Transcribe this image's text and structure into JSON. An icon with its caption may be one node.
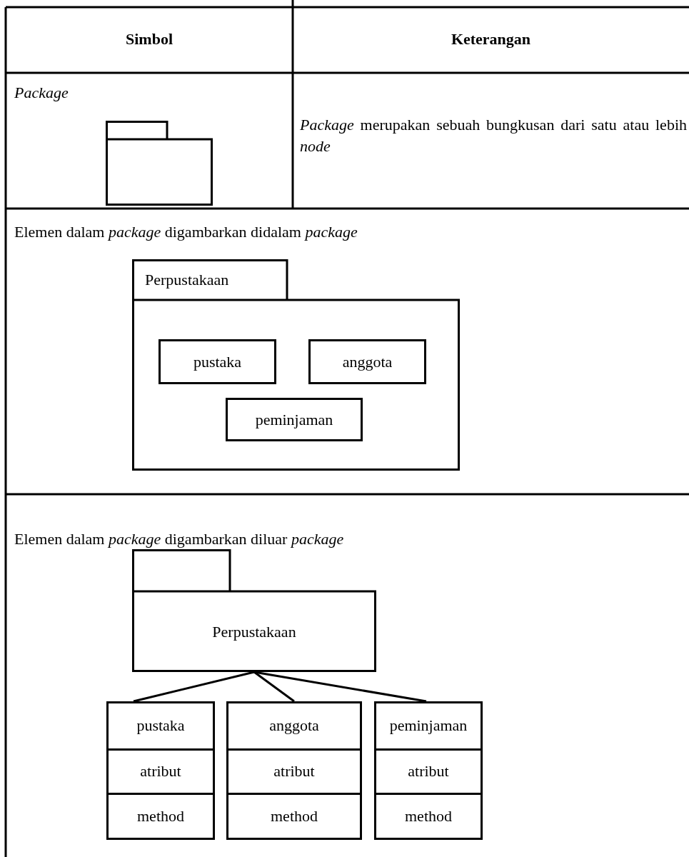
{
  "diagram": {
    "nodes": [
      {
        "text": [],
        "shape": "box"
      },
      {
        "text": [
          "Perpustakaan"
        ]
      },
      {
        "text": [
          "pustaka"
        ],
        "in": 1
      },
      {
        "text": [
          "anggota"
        ],
        "in": 1
      },
      {
        "text": [
          "peminjaman"
        ],
        "in": 1
      },
      {
        "text": [
          "Perpustakaan"
        ]
      },
      {
        "text": [
          "pustaka",
          "atribut",
          "method"
        ]
      },
      {
        "text": [
          "anggota",
          "atribut",
          "method"
        ]
      },
      {
        "text": [
          "peminjaman",
          "atribut",
          "method"
        ]
      }
    ],
    "edges": [
      {
        "from": 5,
        "to": 6,
        "arrow": "none"
      },
      {
        "from": 5,
        "to": 7,
        "arrow": "none"
      },
      {
        "from": 5,
        "to": 8,
        "arrow": "none"
      }
    ],
    "labels": [
      "Simbol",
      "Keterangan",
      "Package",
      "*Package* merupakan sebuah bungkusan dari satu atau lebih *node*",
      "Elemen dalam *package* digambarkan didalam *package*",
      "Elemen dalam *package* digambarkan diluar *package*"
    ]
  }
}
